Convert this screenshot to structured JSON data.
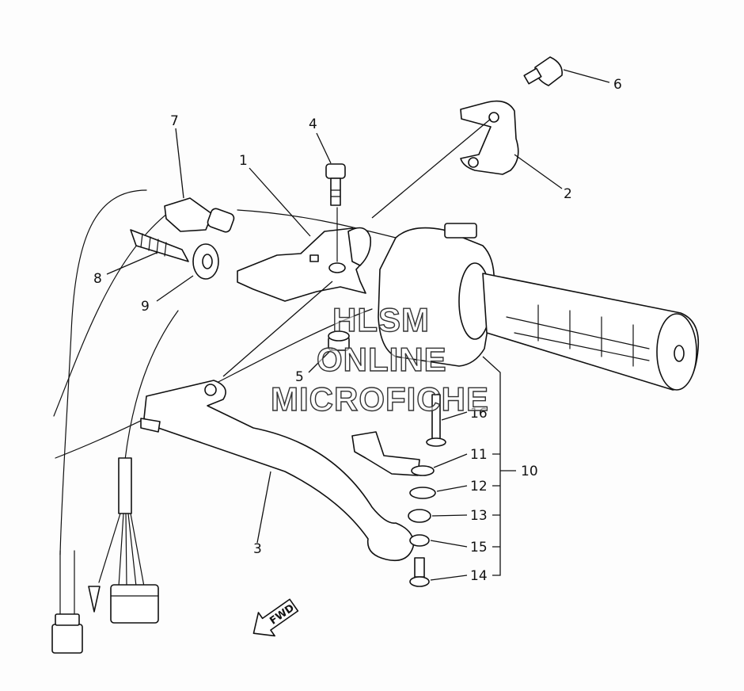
{
  "diagram": {
    "callouts": [
      "1",
      "2",
      "3",
      "4",
      "5",
      "6",
      "7",
      "8",
      "9",
      "10",
      "11",
      "12",
      "13",
      "14",
      "15",
      "16"
    ],
    "direction_label": "FWD",
    "watermark": [
      "HLSM",
      "ONLINE",
      "MICROFICHE"
    ]
  }
}
